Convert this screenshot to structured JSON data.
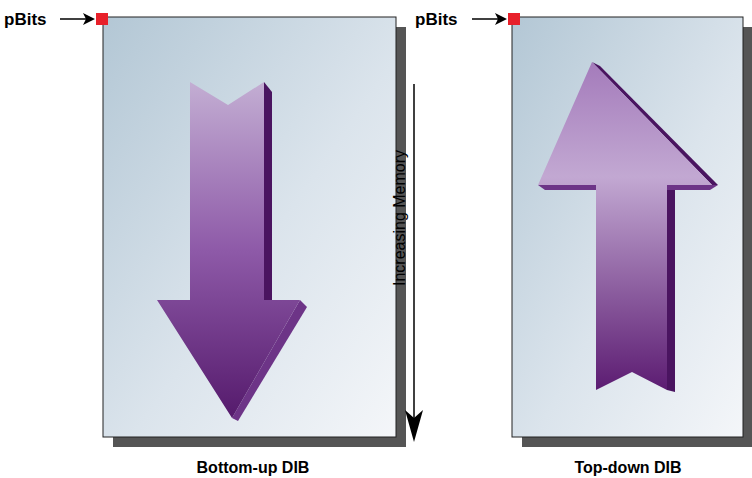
{
  "diagram": {
    "labels": [
      "pBits",
      "pBits",
      "Increasing Memory",
      "Bottom-up DIB",
      "Top-down DIB"
    ]
  }
}
